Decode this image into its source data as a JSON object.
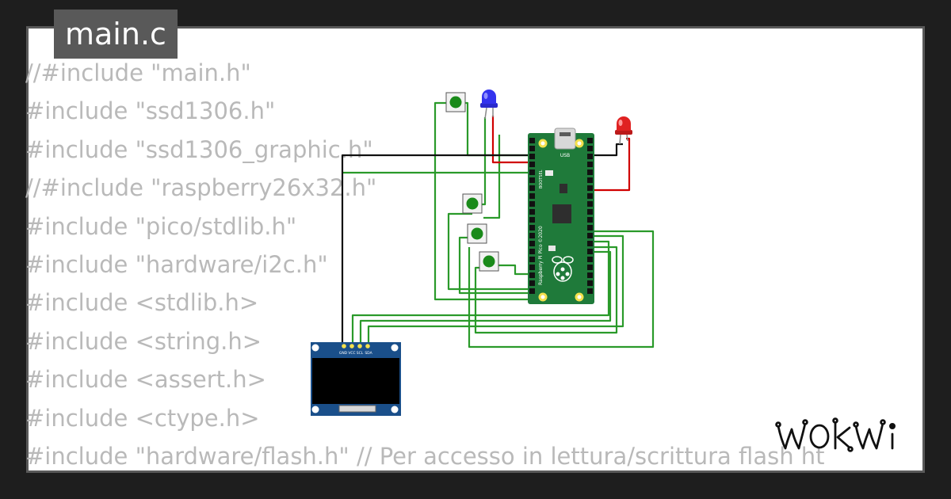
{
  "file_tab": {
    "label": "main.c"
  },
  "code_lines": [
    "//#include \"main.h\"",
    "#include \"ssd1306.h\"",
    "#include \"ssd1306_graphic.h\"",
    "//#include \"raspberry26x32.h\"",
    "#include \"pico/stdlib.h\"",
    "#include \"hardware/i2c.h\"",
    "#include <stdlib.h>",
    "#include <string.h>",
    "#include <assert.h>",
    "#include <ctype.h>",
    "#include \"hardware/flash.h\" // Per accesso in lettura/scrittura flash ht"
  ],
  "oled": {
    "pin_labels": [
      "GND",
      "VCC",
      "SCL",
      "SDA"
    ]
  },
  "pico": {
    "usb_label": "USB",
    "bootsel_label": "BOOTSEL",
    "name_label": "Raspberry Pi Pico ©2020"
  },
  "colors": {
    "led_blue": "#3333ee",
    "led_red": "#e02222",
    "button_green": "#1a8a1a",
    "board_green": "#1f7a3a",
    "wire_green": "#2a9a2a",
    "wire_red": "#d00000",
    "wire_black": "#111111",
    "oled_blue": "#1a4f8a"
  },
  "brand": {
    "logo_text": "WOKWi"
  }
}
